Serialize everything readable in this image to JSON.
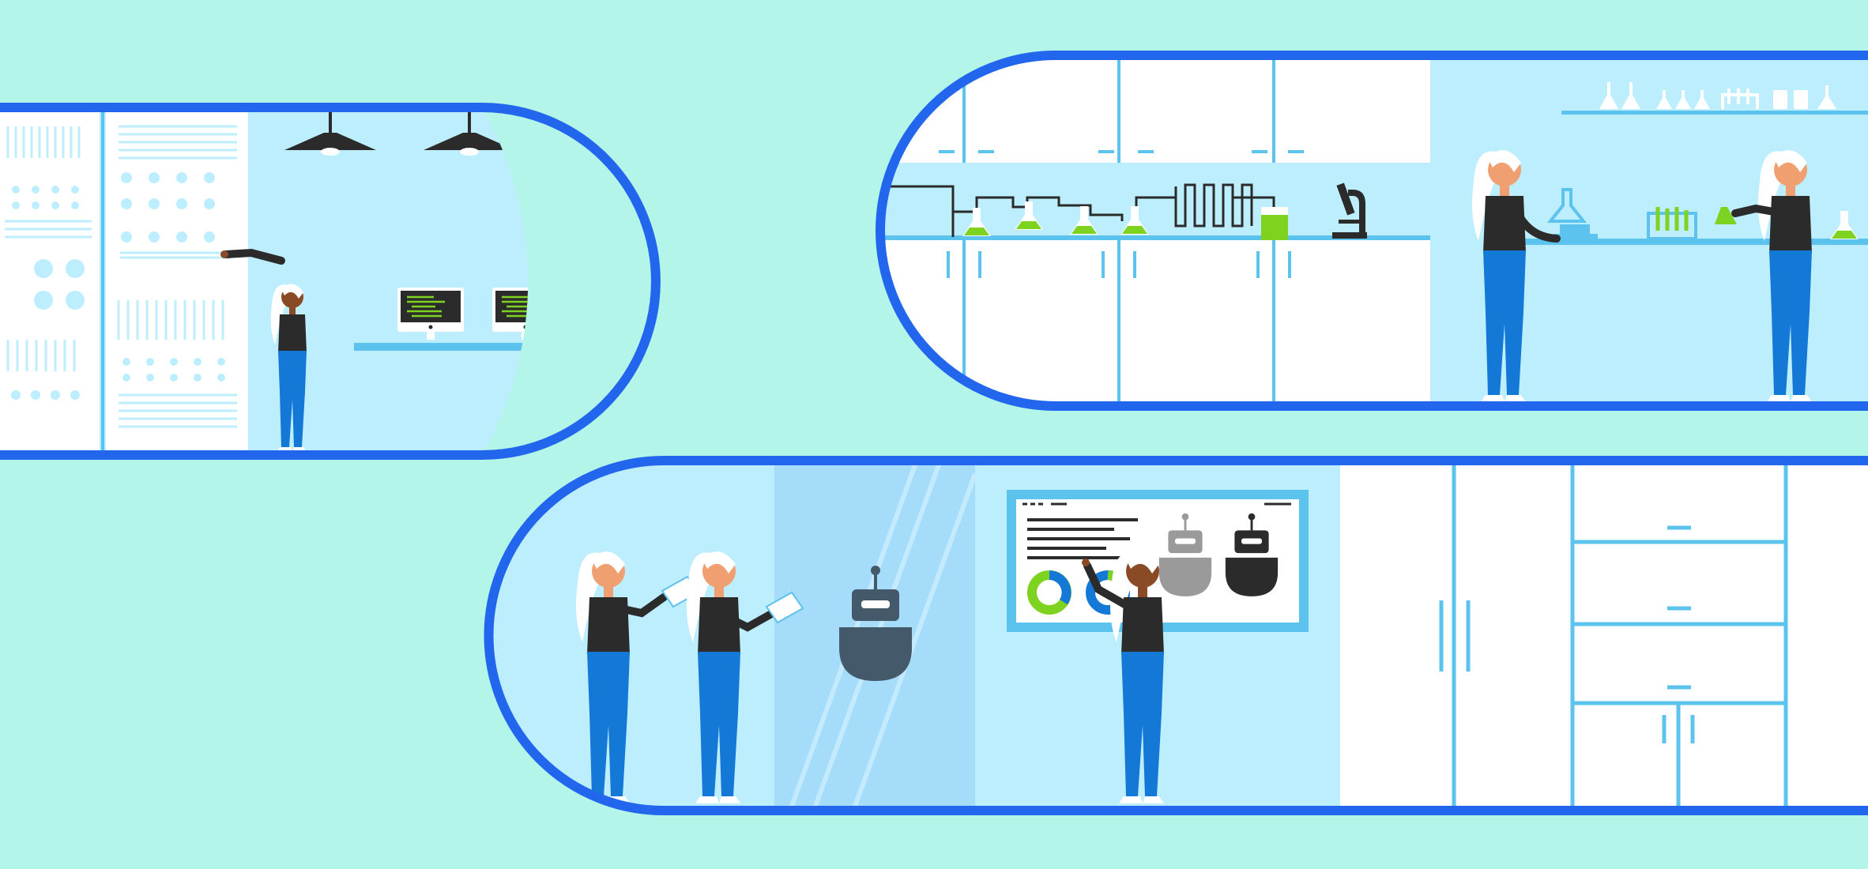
{
  "palette": {
    "background": "#b3f5e8",
    "frame_blue": "#2266ee",
    "room_light": "#bdeefe",
    "glass": "#a4dcfa",
    "accent_line": "#5cc2ee",
    "cabinet_white": "#ffffff",
    "dark": "#2b2b2b",
    "lime": "#7ed321",
    "skin_light": "#f0a070",
    "skin_dark": "#8a4a26",
    "pants_blue": "#1478d6",
    "robot_slate": "#44596a",
    "robot_gray": "#9a9a9a"
  },
  "scenes": [
    {
      "name": "server-room",
      "icons": [
        "server-rack-icon",
        "pendant-lamp-icon",
        "monitor-icon",
        "scientist-icon"
      ]
    },
    {
      "name": "chemistry-lab",
      "icons": [
        "flask-icon",
        "distillation-coil-icon",
        "beaker-icon",
        "microscope-icon",
        "test-tube-rack-icon",
        "scientist-icon"
      ]
    },
    {
      "name": "robotics-lab",
      "icons": [
        "robot-icon",
        "tablet-icon",
        "donut-chart-icon",
        "presentation-board-icon",
        "scientist-icon"
      ]
    }
  ]
}
